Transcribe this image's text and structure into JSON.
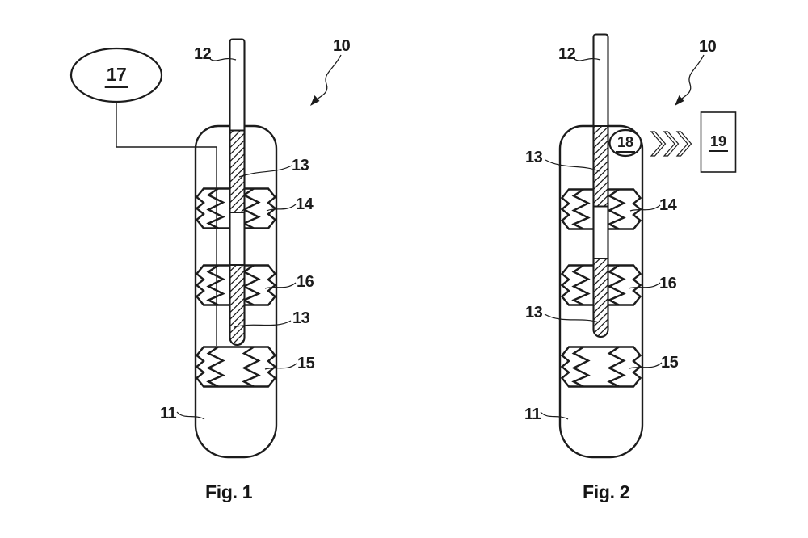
{
  "sheet": {
    "background_color": "#ffffff",
    "line_color": "#1c1c1c"
  },
  "fig1": {
    "caption": "Fig. 1",
    "labels": {
      "n10": "10",
      "n11": "11",
      "n12": "12",
      "n13_upper": "13",
      "n13_lower": "13",
      "n14": "14",
      "n15": "15",
      "n16": "16",
      "n17": "17"
    }
  },
  "fig2": {
    "caption": "Fig. 2",
    "labels": {
      "n10": "10",
      "n11": "11",
      "n12": "12",
      "n13_upper": "13",
      "n13_lower": "13",
      "n14": "14",
      "n15": "15",
      "n16": "16",
      "n18": "18",
      "n19": "19"
    }
  }
}
